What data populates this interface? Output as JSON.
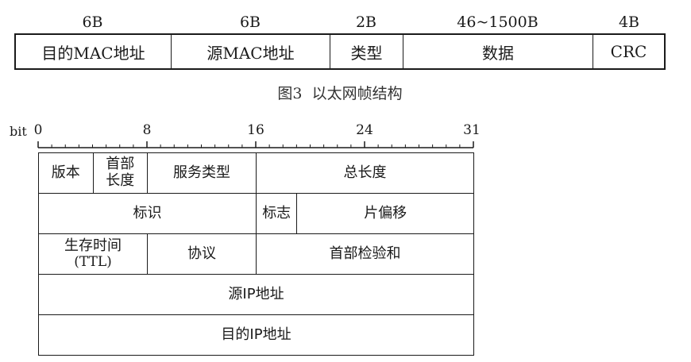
{
  "ethernet_frame": {
    "field_sizes": [
      "6B",
      "6B",
      "2B",
      "46~1500B",
      "4B"
    ],
    "fields": [
      "目的MAC地址",
      "源MAC地址",
      "类型",
      "数据",
      "CRC"
    ],
    "caption": "图3  以太网帧结构"
  },
  "ip_header": {
    "ruler": {
      "unit": "bit",
      "labels": [
        "0",
        "8",
        "16",
        "24",
        "31"
      ]
    },
    "fields": {
      "version": "版本",
      "header_length": [
        "首部",
        "长度"
      ],
      "type_of_service": "服务类型",
      "total_length": "总长度",
      "identification": "标识",
      "flags": "标志",
      "fragment_offset": "片偏移",
      "ttl": [
        "生存时间",
        "(TTL)"
      ],
      "protocol": "协议",
      "header_checksum": "首部检验和",
      "source_ip": "源IP地址",
      "destination_ip": "目的IP地址"
    }
  }
}
